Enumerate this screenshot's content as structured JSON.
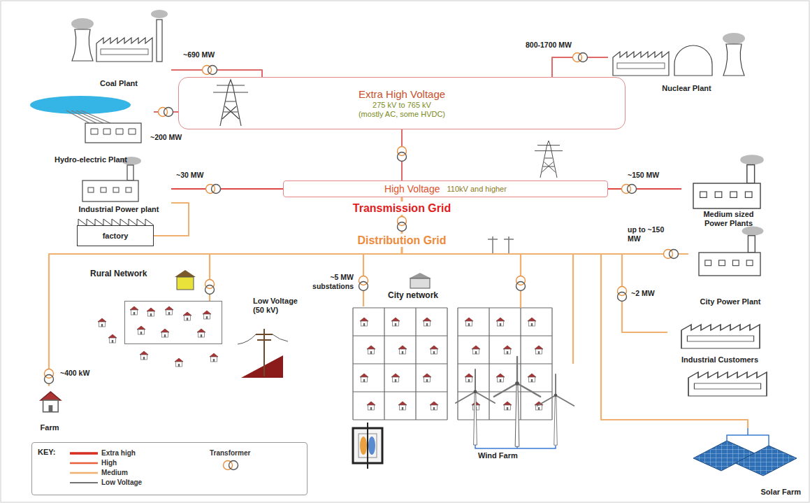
{
  "diagram": {
    "nodes": [
      {
        "text": [
          "Coal Plant"
        ]
      },
      {
        "text": [
          "Nuclear Plant"
        ]
      },
      {
        "text": [
          "Extra High Voltage",
          "275 kV to 765 kV",
          "(mostly AC, some HVDC)"
        ]
      },
      {
        "text": [
          "Hydro-electric Plant"
        ]
      },
      {
        "text": [
          "Industrial Power plant"
        ]
      },
      {
        "text": [
          "High Voltage",
          "110kV and higher"
        ]
      },
      {
        "text": [
          "Medium sized Power Plants"
        ]
      },
      {
        "text": [
          "factory"
        ]
      },
      {
        "text": [
          "Rural Network"
        ]
      },
      {
        "text": [
          "City network"
        ]
      },
      {
        "text": [
          "City Power Plant"
        ]
      },
      {
        "text": [
          "Industrial Customers"
        ]
      },
      {
        "text": [
          "Farm"
        ]
      },
      {
        "text": [
          "Wind Farm"
        ]
      },
      {
        "text": [
          "Solar Farm"
        ]
      }
    ],
    "edges": [
      {
        "from": 0,
        "to": 2,
        "arrow": "none"
      },
      {
        "from": 1,
        "to": 2,
        "arrow": "none"
      },
      {
        "from": 3,
        "to": 2,
        "arrow": "none"
      },
      {
        "from": 2,
        "to": 5,
        "arrow": "none"
      },
      {
        "from": 4,
        "to": 5,
        "arrow": "none"
      },
      {
        "from": 6,
        "to": 5,
        "arrow": "none"
      },
      {
        "from": 4,
        "to": 7,
        "arrow": "none"
      },
      {
        "from": 5,
        "to": 8,
        "arrow": "none"
      },
      {
        "from": 5,
        "to": 12,
        "arrow": "none"
      },
      {
        "from": 5,
        "to": 9,
        "arrow": "none"
      },
      {
        "from": 5,
        "to": 10,
        "arrow": "none"
      },
      {
        "from": 5,
        "to": 11,
        "arrow": "none"
      },
      {
        "from": 5,
        "to": 13,
        "arrow": "none"
      },
      {
        "from": 5,
        "to": 14,
        "arrow": "none"
      }
    ],
    "labels": [
      "~690 MW",
      "800-1700 MW",
      "~200 MW",
      "~30 MW",
      "~150 MW",
      "Transmission Grid",
      "Distribution Grid",
      "~5 MW substations",
      "Low Voltage (50 kV)",
      "up to ~150 MW",
      "~2 MW",
      "~400 kW",
      "KEY:"
    ],
    "legend": [
      {
        "text": "Extra high"
      },
      {
        "text": "High"
      },
      {
        "text": "Medium"
      },
      {
        "text": "Low Voltage"
      },
      {
        "text": "Transformer"
      }
    ]
  }
}
